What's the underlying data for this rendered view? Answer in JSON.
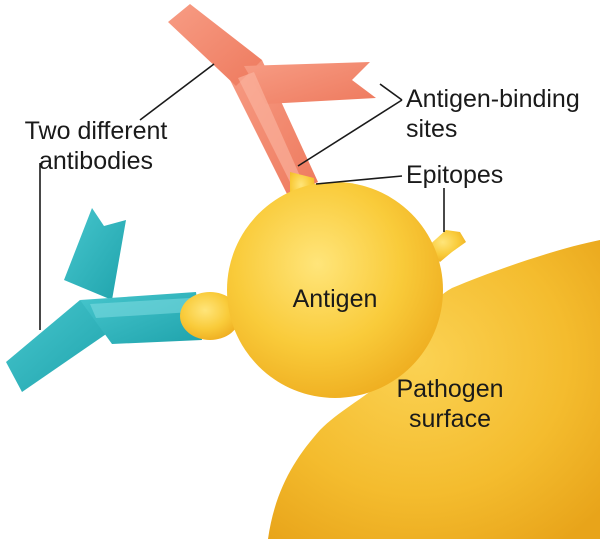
{
  "labels": {
    "two_different_antibodies": [
      "Two different",
      "antibodies"
    ],
    "antigen_binding_sites": [
      "Antigen-binding",
      "sites"
    ],
    "epitopes": "Epitopes",
    "antigen": "Antigen",
    "pathogen_surface": [
      "Pathogen",
      "surface"
    ]
  },
  "colors": {
    "antigen": "#F7C531",
    "pathogen": "#F2B82A",
    "antibody_top": "#F48870",
    "antibody_left": "#2FB6BE",
    "leader_line": "#1a1a1a",
    "text": "#1a1a1a"
  }
}
